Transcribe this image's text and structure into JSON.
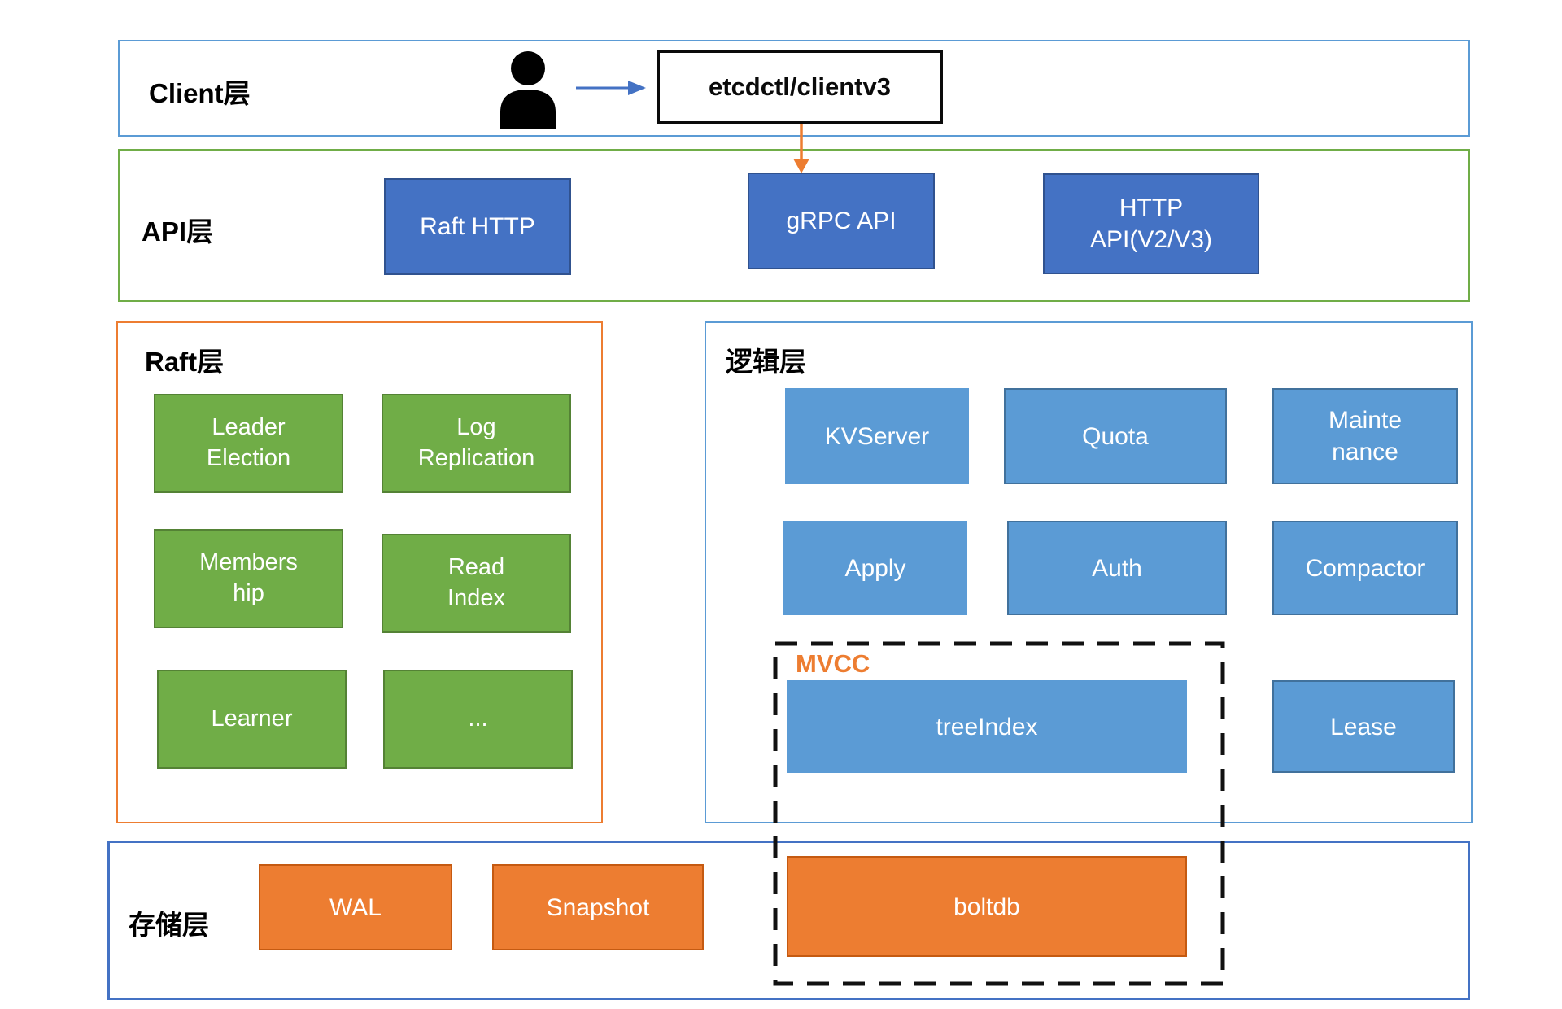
{
  "colors": {
    "dark_blue": "#4472C4",
    "light_blue": "#5B9BD5",
    "light_blue_border": "#41719C",
    "green": "#70AD47",
    "green_border": "#548235",
    "orange": "#ED7D31",
    "orange_border": "#C55A11",
    "client_border": "#5B9BD5",
    "api_border": "#70AD47",
    "raft_border": "#ED7D31",
    "logic_border": "#5B9BD5",
    "storage_border": "#4472C4",
    "arrow_blue": "#4472C4",
    "arrow_orange": "#ED7D31",
    "mvcc_text": "#ED7D31",
    "dashed_border": "#111111",
    "box_text": "#FFFFFF",
    "label_text": "#000000"
  },
  "client_layer": {
    "label": "Client层",
    "client_box": "etcdctl/clientv3"
  },
  "api_layer": {
    "label": "API层",
    "raft_http": "Raft HTTP",
    "grpc_api": "gRPC API",
    "http_api": [
      "HTTP",
      "API(V2/V3)"
    ]
  },
  "raft_layer": {
    "label": "Raft层",
    "leader_election": [
      "Leader",
      "Election"
    ],
    "log_replication": [
      "Log",
      "Replication"
    ],
    "membership": [
      "Members",
      "hip"
    ],
    "read_index": [
      "Read",
      "Index"
    ],
    "learner": "Learner",
    "ellipsis": "..."
  },
  "logic_layer": {
    "label": "逻辑层",
    "kvserver": "KVServer",
    "quota": "Quota",
    "maintenance": [
      "Mainte",
      "nance"
    ],
    "apply": "Apply",
    "auth": "Auth",
    "compactor": "Compactor",
    "mvcc_label": "MVCC",
    "tree_index": "treeIndex",
    "lease": "Lease"
  },
  "storage_layer": {
    "label": "存储层",
    "wal": "WAL",
    "snapshot": "Snapshot",
    "boltdb": "boltdb"
  }
}
